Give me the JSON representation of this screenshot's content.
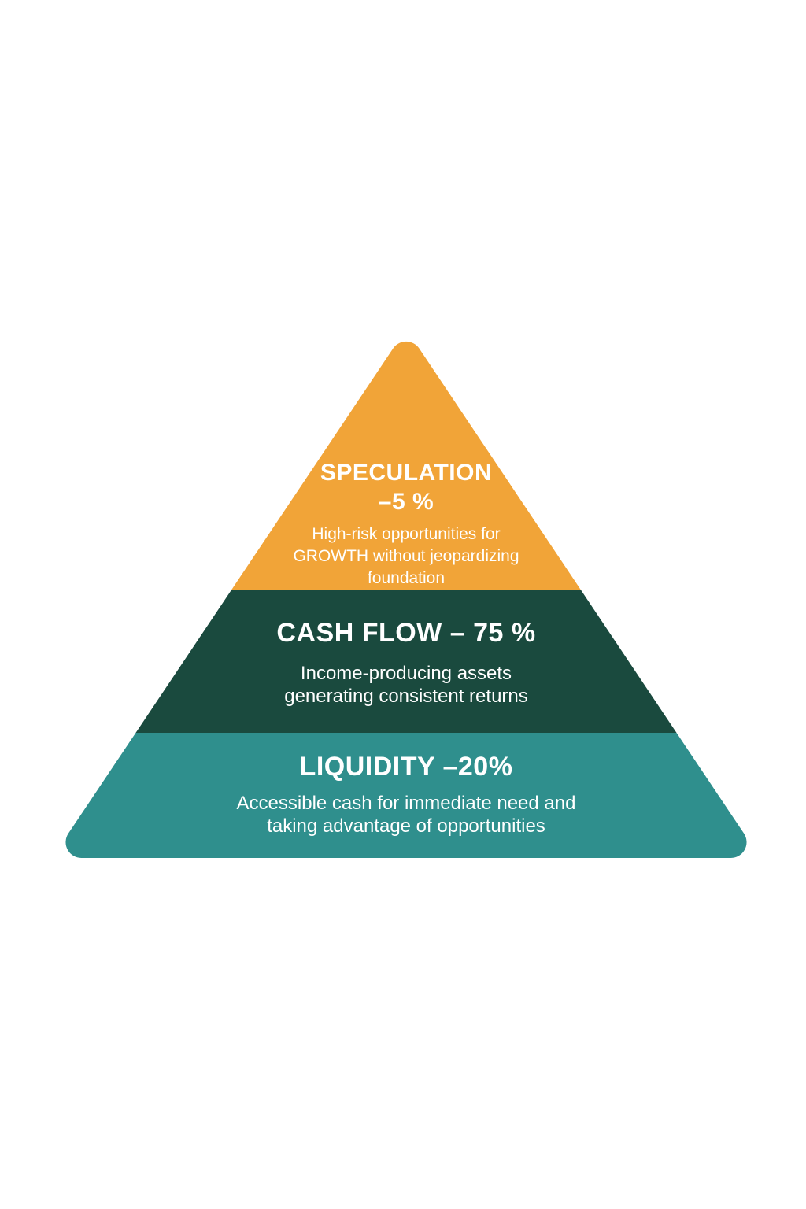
{
  "page": {
    "background_color": "#ffffff",
    "text_color": "#ffffff"
  },
  "pyramid": {
    "tiers": [
      {
        "color": "#f1a438",
        "title": "SPECULATION",
        "percent": "–5 %",
        "description": "High-risk opportunities for\nGROWTH without jeopardizing\nfoundation"
      },
      {
        "color": "#1a4a3e",
        "title": "CASH FLOW – 75 %",
        "description": "Income-producing assets\ngenerating consistent returns"
      },
      {
        "color": "#2f8f8d",
        "title": "LIQUIDITY –20%",
        "description": "Accessible cash for immediate need and\ntaking advantage of opportunities"
      }
    ]
  }
}
